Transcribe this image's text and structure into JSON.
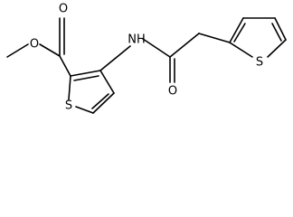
{
  "molecule": {
    "atoms": {
      "ester_carbonyl_o": "O",
      "ester_o": "O",
      "nh": "NH",
      "thiophene1_s": "S",
      "amide_o": "O",
      "thiophene2_s": "S"
    }
  },
  "colors": {
    "bond": "#000000",
    "label": "#000000",
    "background": "#ffffff"
  }
}
